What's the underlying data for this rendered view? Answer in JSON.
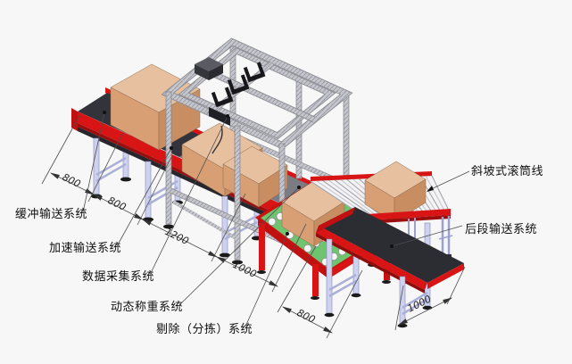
{
  "diagram": {
    "labels": {
      "buffer": "缓冲输送系统",
      "accelerate": "加速输送系统",
      "data_acquisition": "数据采集系统",
      "dynamic_weighing": "动态称重系统",
      "reject_sorting": "剔除（分拣）系统",
      "slope_roller": "斜坡式滚筒线",
      "rear_conveyor": "后段输送系统"
    },
    "dims": {
      "d1": "800",
      "d2": "800",
      "d3": "1200",
      "d4": "1000",
      "d5": "800",
      "d6": "1000"
    },
    "colors": {
      "frame_red": "#d81414",
      "frame_red_dark": "#9c0d0d",
      "belt_dark": "#33333b",
      "belt_gray": "#7b7b84",
      "rear_belt": "#2c2c33",
      "table_green": "#6fc46f",
      "leg_lavender": "#ced2ef",
      "aluminum": "#c6c6cd",
      "box_top": "#e7c19f",
      "box_front": "#d89f74",
      "box_side": "#c88e61",
      "annotation_line": "#4d4d4d",
      "background": "#f7f7f7"
    }
  }
}
